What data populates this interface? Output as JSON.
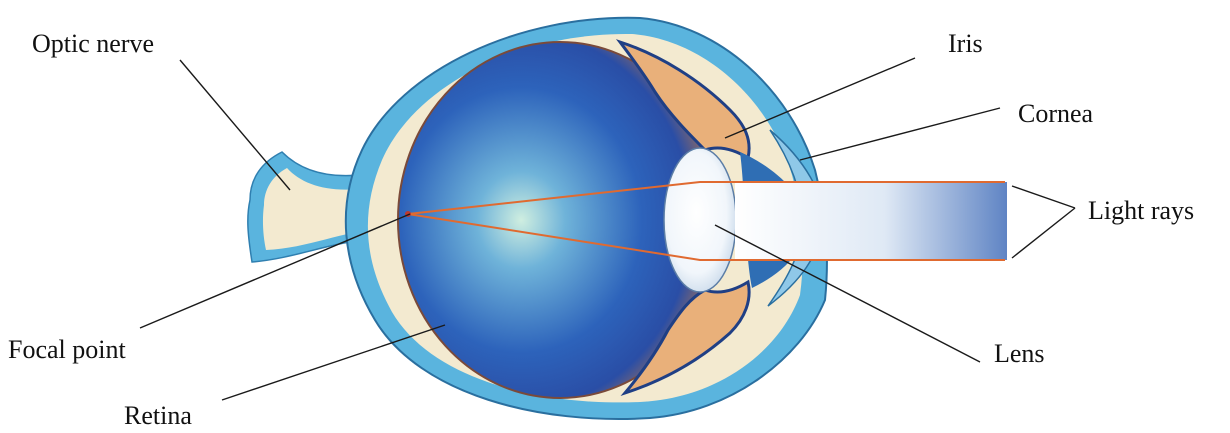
{
  "labels": {
    "optic_nerve": "Optic nerve",
    "iris": "Iris",
    "cornea": "Cornea",
    "light_rays": "Light rays",
    "focal_point": "Focal point",
    "lens": "Lens",
    "retina": "Retina"
  },
  "colors": {
    "sclera": "#5ab4de",
    "choroid": "#f3ead0",
    "vitreous": "#2a5fb8",
    "iris_tissue": "#e9b07a",
    "lens": "#f4f8fc",
    "aqueous": "#2f6eb4",
    "light_ray": "#e06a30"
  }
}
